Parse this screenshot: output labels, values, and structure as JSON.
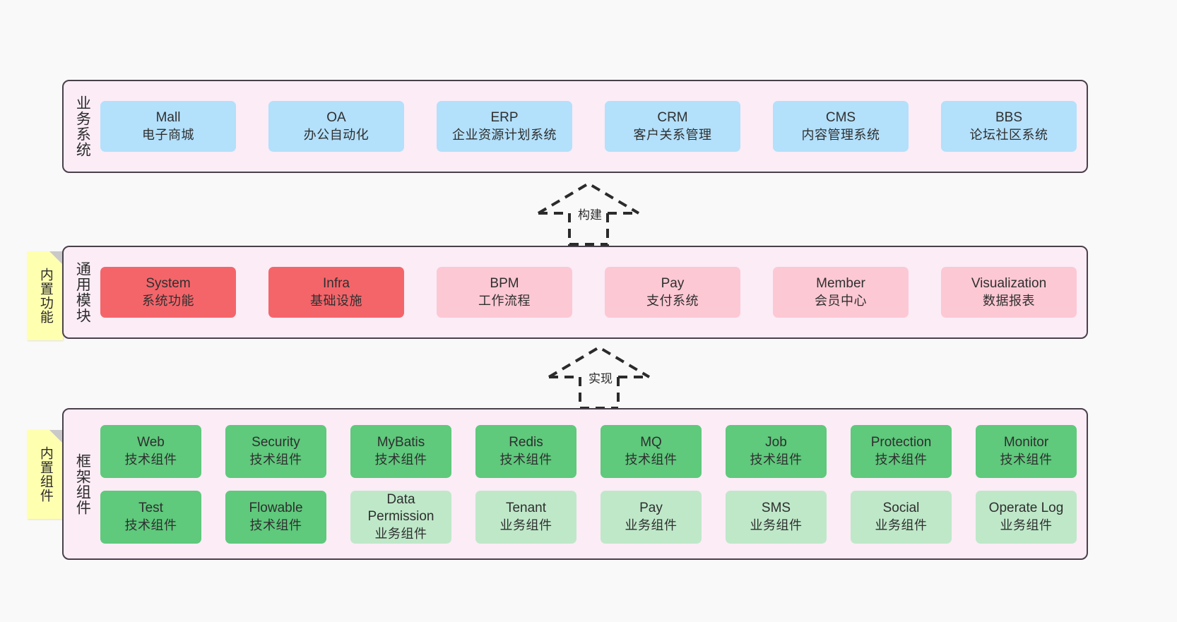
{
  "background_color": "#f9f9f9",
  "palette": {
    "layer_bg": "#fbecf6",
    "layer_border": "#4a404a",
    "blue": "#b3e0fb",
    "red": "#f4656a",
    "pink": "#fcc8d4",
    "green": "#5fc97c",
    "light_green": "#bfe8c9",
    "sticky_yellow": "#ffffb0",
    "sticky_fold": "#c9c9c9"
  },
  "layers": [
    {
      "id": "business",
      "title": "业务系统",
      "rows": [
        {
          "cards": [
            {
              "en": "Mall",
              "cn": "电子商城",
              "style": "c-blue"
            },
            {
              "en": "OA",
              "cn": "办公自动化",
              "style": "c-blue"
            },
            {
              "en": "ERP",
              "cn": "企业资源计划系统",
              "style": "c-blue"
            },
            {
              "en": "CRM",
              "cn": "客户关系管理",
              "style": "c-blue"
            },
            {
              "en": "CMS",
              "cn": "内容管理系统",
              "style": "c-blue"
            },
            {
              "en": "BBS",
              "cn": "论坛社区系统",
              "style": "c-blue"
            }
          ]
        }
      ]
    },
    {
      "id": "common",
      "title": "通用模块",
      "rows": [
        {
          "cards": [
            {
              "en": "System",
              "cn": "系统功能",
              "style": "c-red"
            },
            {
              "en": "Infra",
              "cn": "基础设施",
              "style": "c-red"
            },
            {
              "en": "BPM",
              "cn": "工作流程",
              "style": "c-pink"
            },
            {
              "en": "Pay",
              "cn": "支付系统",
              "style": "c-pink"
            },
            {
              "en": "Member",
              "cn": "会员中心",
              "style": "c-pink"
            },
            {
              "en": "Visualization",
              "cn": "数据报表",
              "style": "c-pink"
            }
          ]
        }
      ]
    },
    {
      "id": "framework",
      "title": "框架组件",
      "rows": [
        {
          "cards": [
            {
              "en": "Web",
              "cn": "技术组件",
              "style": "c-green"
            },
            {
              "en": "Security",
              "cn": "技术组件",
              "style": "c-green"
            },
            {
              "en": "MyBatis",
              "cn": "技术组件",
              "style": "c-green"
            },
            {
              "en": "Redis",
              "cn": "技术组件",
              "style": "c-green"
            },
            {
              "en": "MQ",
              "cn": "技术组件",
              "style": "c-green"
            },
            {
              "en": "Job",
              "cn": "技术组件",
              "style": "c-green"
            },
            {
              "en": "Protection",
              "cn": "技术组件",
              "style": "c-green"
            },
            {
              "en": "Monitor",
              "cn": "技术组件",
              "style": "c-green"
            }
          ]
        },
        {
          "cards": [
            {
              "en": "Test",
              "cn": "技术组件",
              "style": "c-green"
            },
            {
              "en": "Flowable",
              "cn": "技术组件",
              "style": "c-green"
            },
            {
              "en": "Data Permission",
              "cn": "业务组件",
              "style": "c-lightgreen"
            },
            {
              "en": "Tenant",
              "cn": "业务组件",
              "style": "c-lightgreen"
            },
            {
              "en": "Pay",
              "cn": "业务组件",
              "style": "c-lightgreen"
            },
            {
              "en": "SMS",
              "cn": "业务组件",
              "style": "c-lightgreen"
            },
            {
              "en": "Social",
              "cn": "业务组件",
              "style": "c-lightgreen"
            },
            {
              "en": "Operate Log",
              "cn": "业务组件",
              "style": "c-lightgreen"
            }
          ]
        }
      ]
    }
  ],
  "sticky_notes": [
    {
      "id": "function",
      "label": "内置功能"
    },
    {
      "id": "component",
      "label": "内置组件"
    }
  ],
  "connectors": [
    {
      "id": "build",
      "label": "构建"
    },
    {
      "id": "impl",
      "label": "实现"
    }
  ]
}
